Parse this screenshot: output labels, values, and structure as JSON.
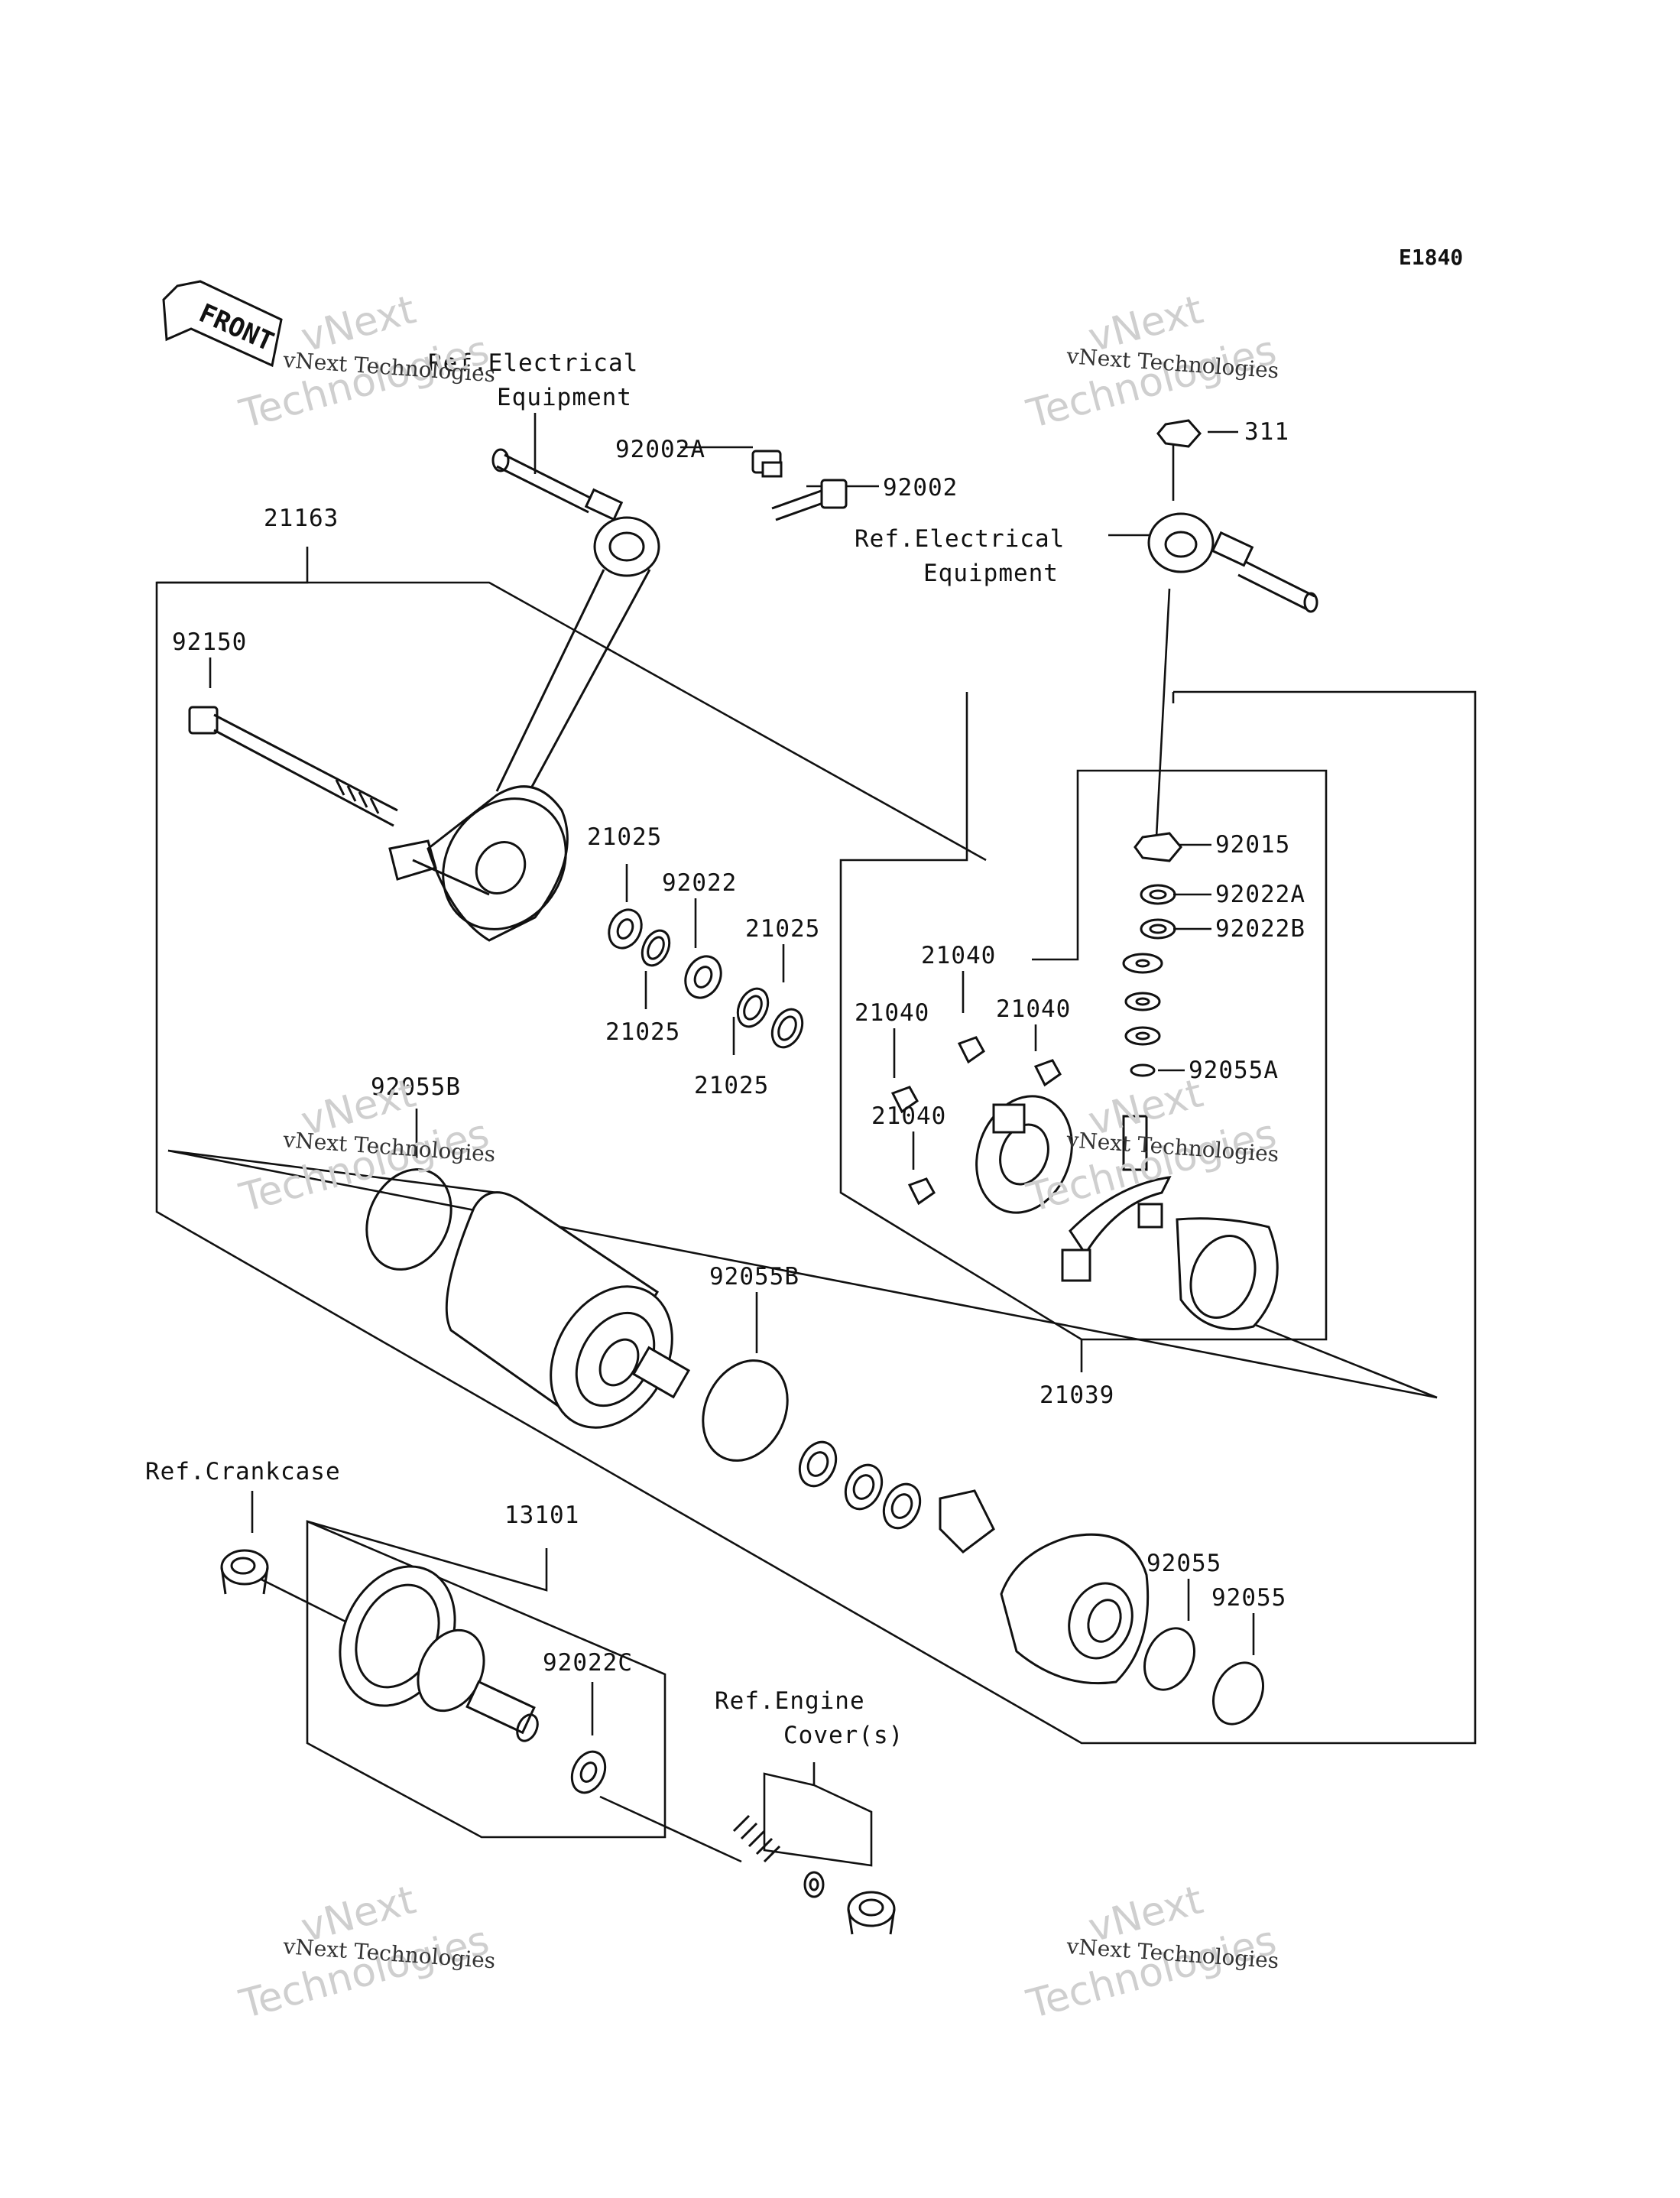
{
  "diagram_code": "E1840",
  "front_label": "FRONT",
  "watermark": {
    "line1": "vNext",
    "line2": "Technologies",
    "small": "vNext Technologies"
  },
  "labels": {
    "ref_electrical_1": [
      "Ref.Electrical",
      "Equipment"
    ],
    "ref_electrical_2": [
      "Ref.Electrical",
      "Equipment"
    ],
    "ref_crankcase": "Ref.Crankcase",
    "ref_engine_cover": [
      "Ref.Engine",
      "Cover(s)"
    ],
    "p21163": "21163",
    "p92150": "92150",
    "p92002A": "92002A",
    "p92002": "92002",
    "p311": "311",
    "p21025_a": "21025",
    "p92022": "92022",
    "p21025_b": "21025",
    "p21025_c": "21025",
    "p21025_d": "21025",
    "p92055B_a": "92055B",
    "p92055B_b": "92055B",
    "p92015": "92015",
    "p92022A": "92022A",
    "p92022B": "92022B",
    "p21040_a": "21040",
    "p21040_b": "21040",
    "p21040_c": "21040",
    "p21040_d": "21040",
    "p92055A": "92055A",
    "p21039": "21039",
    "p13101": "13101",
    "p92022C": "92022C",
    "p92055_a": "92055",
    "p92055_b": "92055"
  }
}
